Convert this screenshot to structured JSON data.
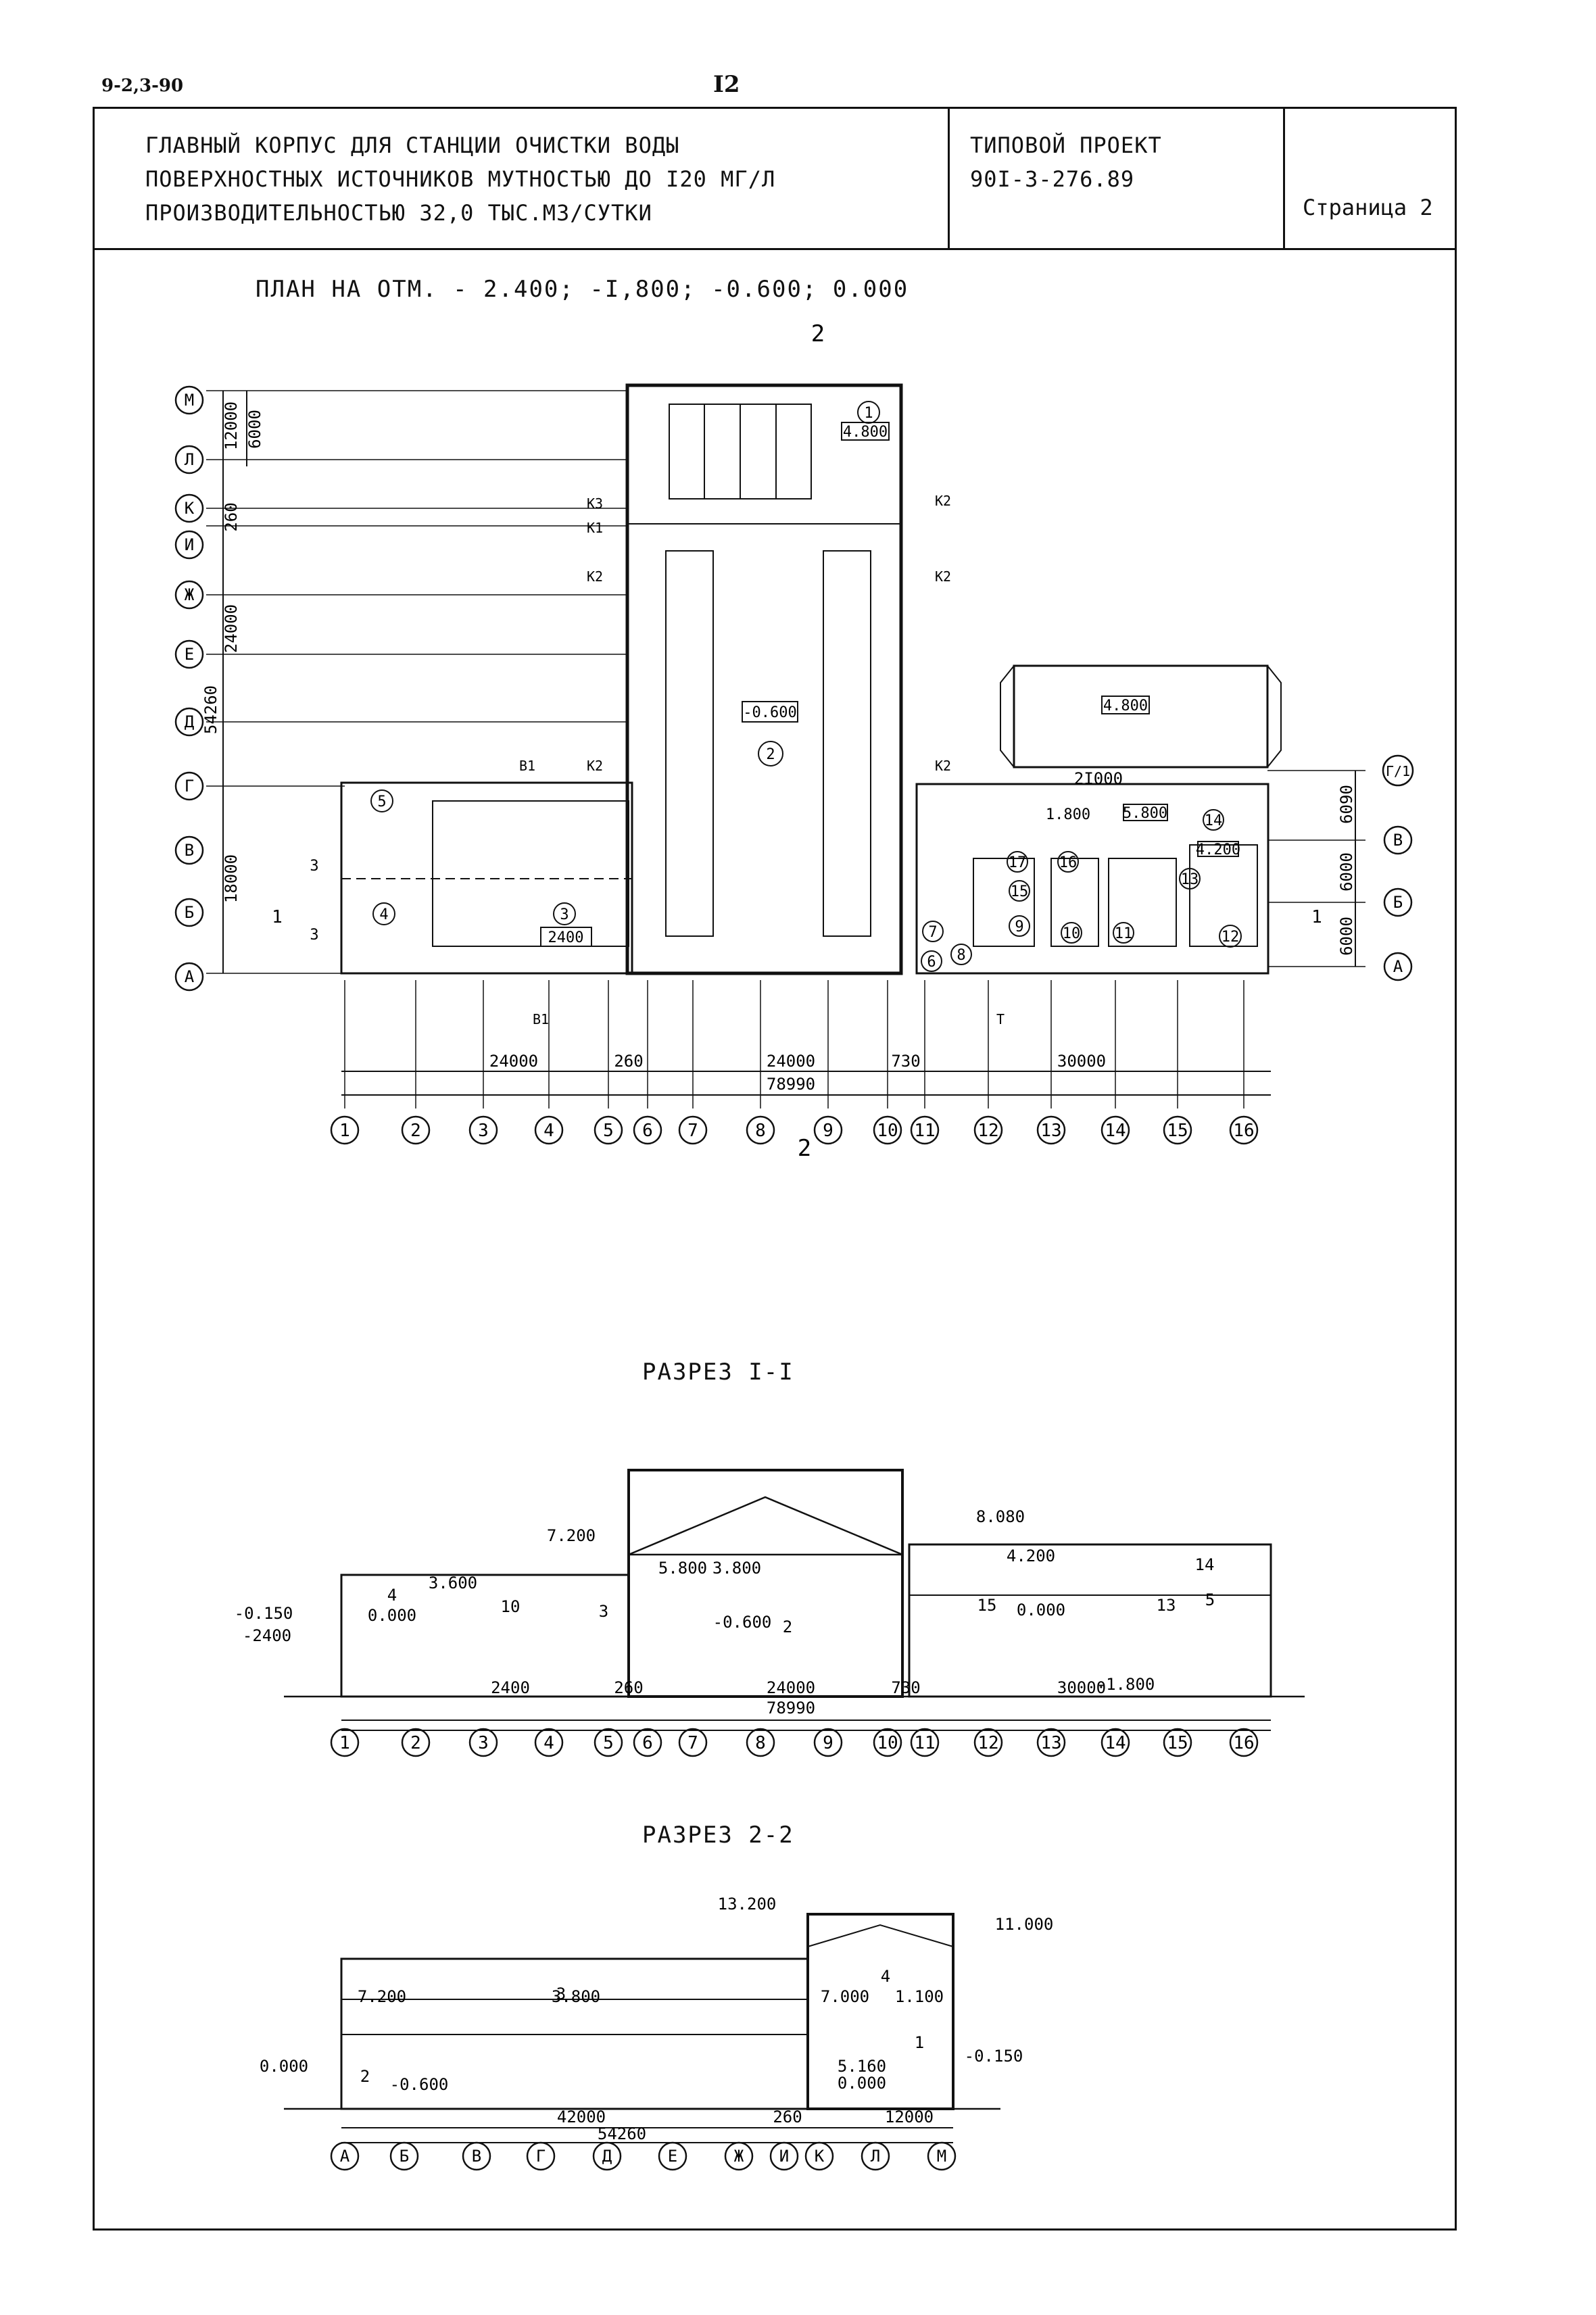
{
  "header": {
    "code": "9-2,3-90",
    "page_number": "I2"
  },
  "title_block": {
    "title_lines": [
      "ГЛАВНЫЙ КОРПУС ДЛЯ СТАНЦИИ ОЧИСТКИ ВОДЫ",
      "ПОВЕРХНОСТНЫХ ИСТОЧНИКОВ МУТНОСТЬЮ ДО I20 МГ/Л",
      "ПРОИЗВОДИТЕЛЬНОСТЬЮ 32,0 ТЫС.М3/СУТКИ"
    ],
    "project_lines": [
      "ТИПОВОЙ ПРОЕКТ",
      "90I-3-276.89"
    ],
    "page_label": "Страница 2"
  },
  "plan": {
    "title": "ПЛАН НА ОТМ. - 2.400; -I,800; -0.600; 0.000",
    "axis_numbers": [
      "1",
      "2",
      "3",
      "4",
      "5",
      "6",
      "7",
      "8",
      "9",
      "10",
      "11",
      "12",
      "13",
      "14",
      "15",
      "16"
    ],
    "axis_letters": [
      "М",
      "Л",
      "К",
      "И",
      "Ж",
      "Е",
      "Д",
      "Г",
      "В",
      "Б",
      "А"
    ],
    "right_letters": [
      "Г/1",
      "В",
      "Б",
      "А"
    ],
    "dims_bottom": [
      "24000",
      "260",
      "24000",
      "78990",
      "730",
      "30000"
    ],
    "dims_left": [
      "12000",
      "6000",
      "260",
      "24000",
      "54260",
      "18000"
    ],
    "dims_right": [
      "6090",
      "6000",
      "6000"
    ],
    "elevations": [
      "-0.600",
      "2400",
      "4.800",
      "1.800",
      "5.800",
      "4.200"
    ],
    "room_numbers": [
      "1",
      "2",
      "3",
      "4",
      "5",
      "6",
      "7",
      "8",
      "9",
      "10",
      "11",
      "12",
      "13",
      "14",
      "15",
      "16",
      "17"
    ],
    "pipe_marks": [
      "К2",
      "К3",
      "В1",
      "К1",
      "Т"
    ],
    "cut_mark": "2",
    "cut_mark_1": "1",
    "dim_2100": "2I000",
    "bay_count": "3"
  },
  "section_1": {
    "title": "РАЗРЕЗ I-I",
    "elevations": [
      "7.200",
      "8.080",
      "-0.150",
      "-2400",
      "0.000",
      "3.600",
      "4.200",
      "5.800",
      "3.800",
      "-0.600",
      "0.000",
      "2400",
      "-1.800"
    ],
    "dims": [
      "260",
      "24000",
      "78990",
      "730",
      "30000",
      "2400"
    ],
    "axis_numbers": [
      "1",
      "2",
      "3",
      "4",
      "5",
      "6",
      "7",
      "8",
      "9",
      "10",
      "11",
      "12",
      "13",
      "14",
      "15",
      "16"
    ],
    "room_numbers": [
      "4",
      "10",
      "3",
      "2",
      "15",
      "13",
      "14",
      "5"
    ]
  },
  "section_2": {
    "title": "РАЗРЕЗ 2-2",
    "elevations": [
      "13.200",
      "11.000",
      "7.200",
      "3.800",
      "7.000",
      "1.100",
      "5.160",
      "0.000",
      "-0.150",
      "0.000",
      "-0.600"
    ],
    "dims": [
      "42000",
      "260",
      "12000",
      "54260"
    ],
    "axis_letters": [
      "А",
      "Б",
      "В",
      "Г",
      "Д",
      "Е",
      "Ж",
      "И",
      "К",
      "Л",
      "М"
    ],
    "room_numbers": [
      "2",
      "3",
      "1",
      "4"
    ]
  }
}
